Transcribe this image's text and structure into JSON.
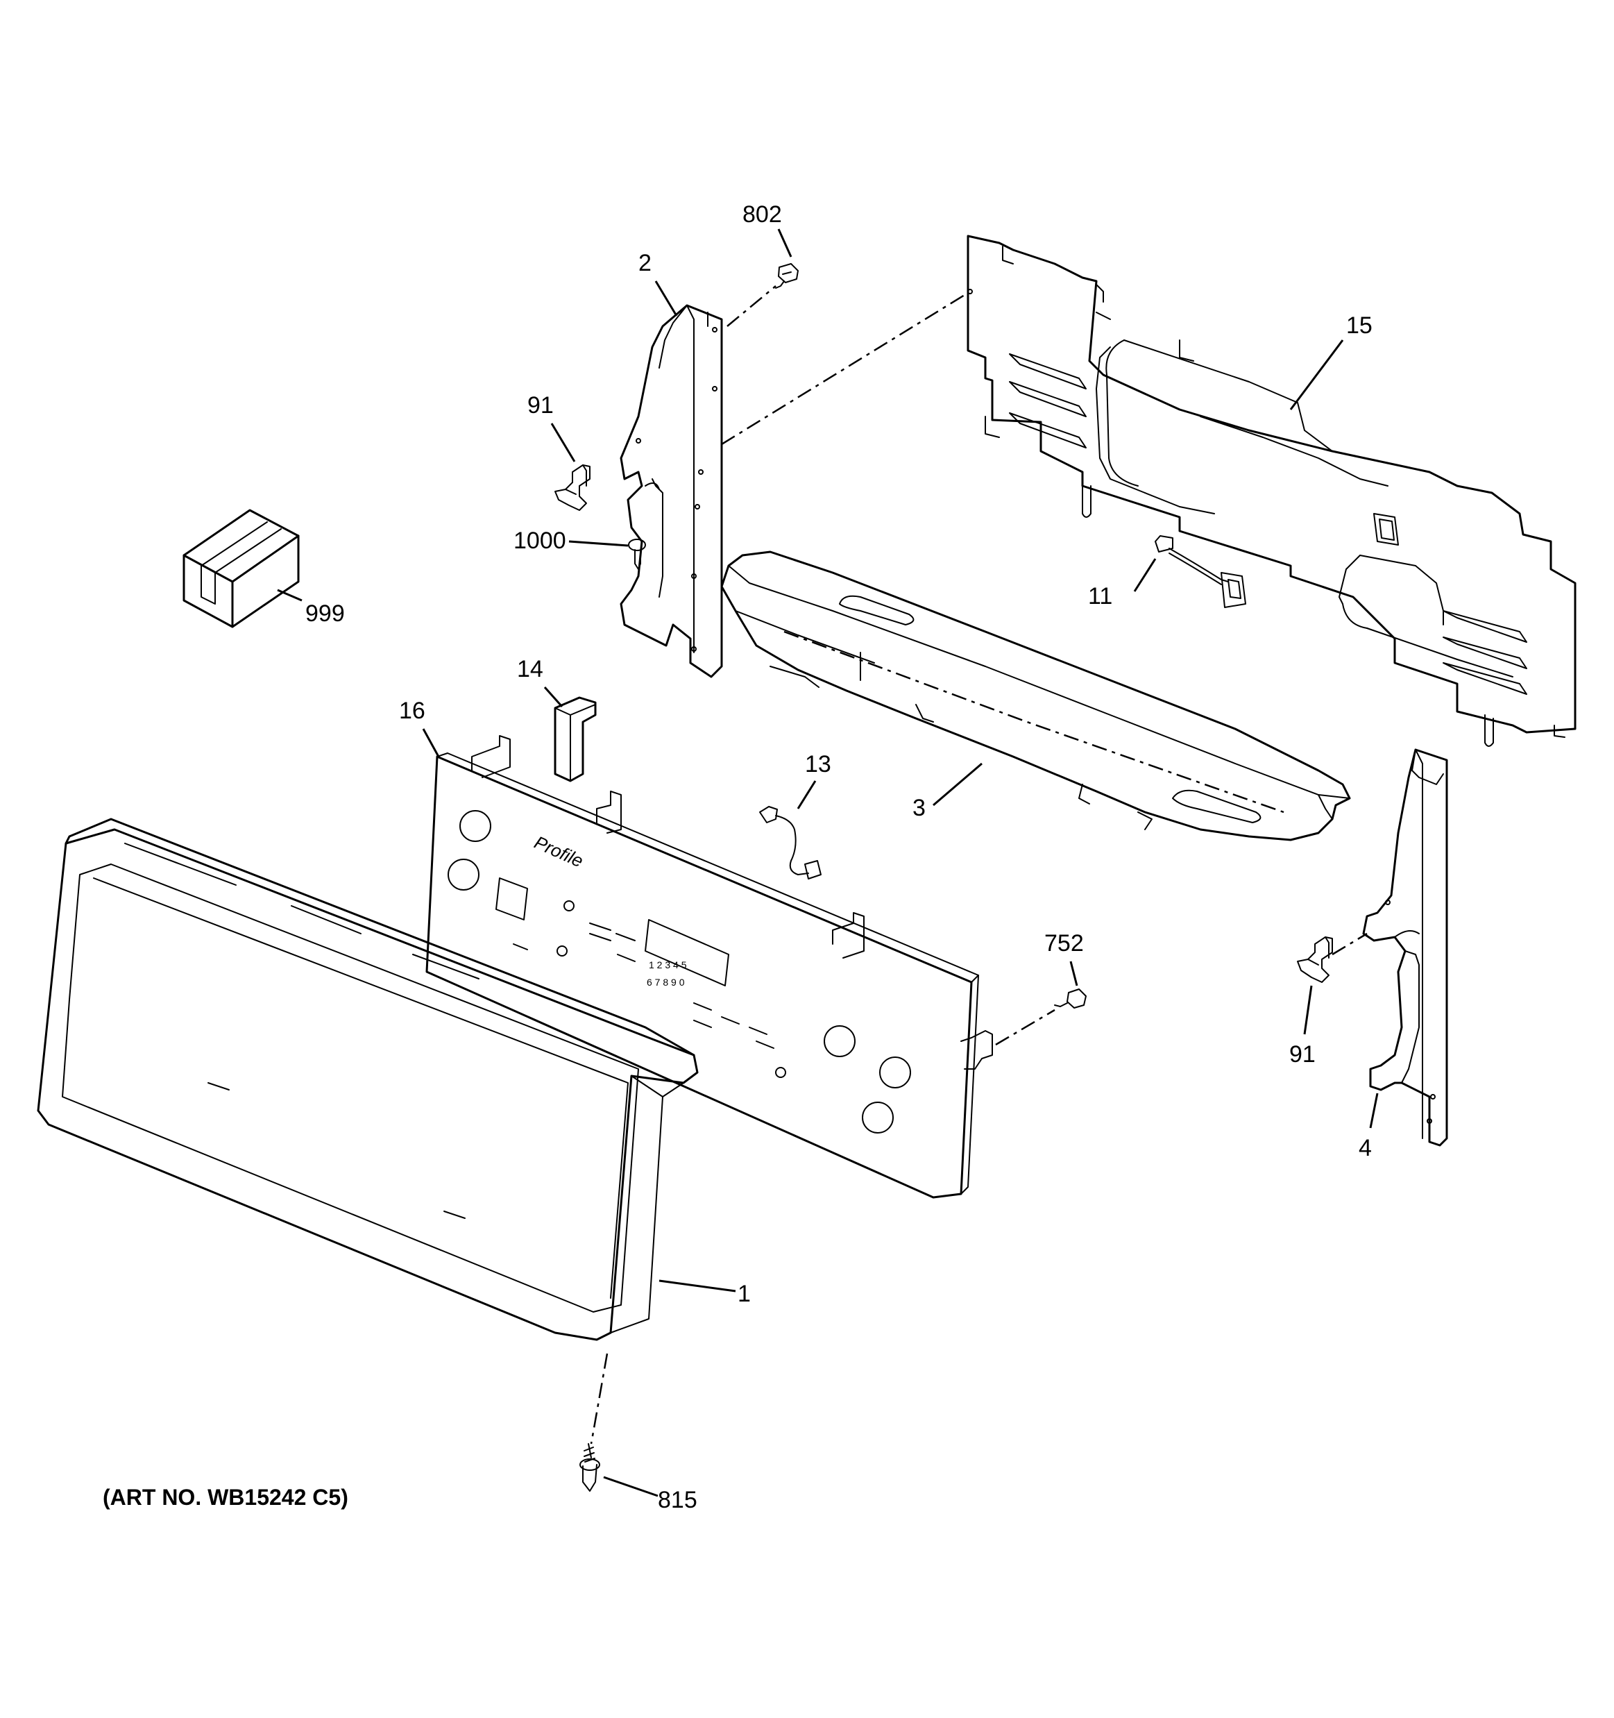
{
  "diagram": {
    "callouts": {
      "c802": "802",
      "c2": "2",
      "c15": "15",
      "c91_left": "91",
      "c1000": "1000",
      "c999": "999",
      "c11": "11",
      "c14": "14",
      "c16": "16",
      "c13": "13",
      "c3": "3",
      "c752": "752",
      "c91_right": "91",
      "c4": "4",
      "c1": "1",
      "c815": "815"
    },
    "panel_brand": "Profile",
    "art_number": "(ART NO. WB15242 C5)"
  }
}
